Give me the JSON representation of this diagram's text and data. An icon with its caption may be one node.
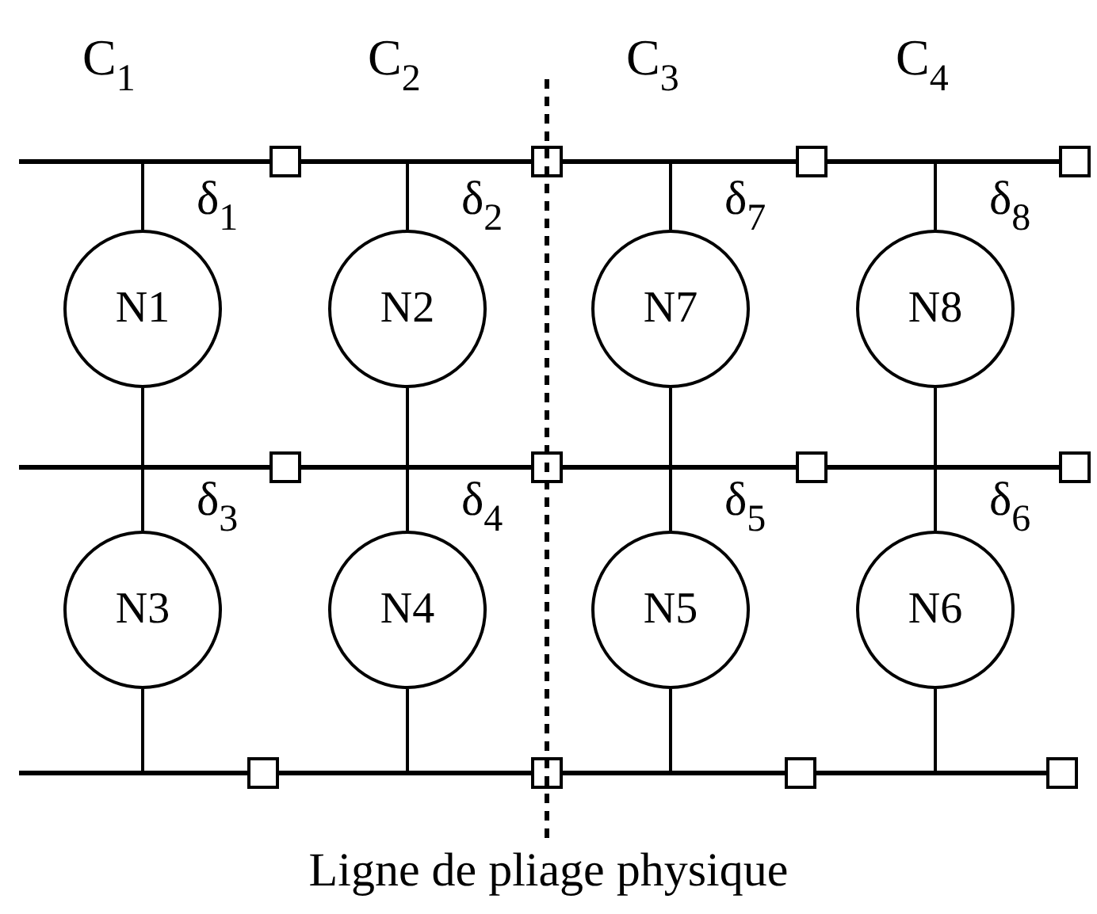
{
  "diagram": {
    "caption": "Ligne de pliage physique",
    "nodes": [
      {
        "text": [],
        "shape": "bar"
      },
      {
        "text": [],
        "shape": "box"
      },
      {
        "text": [],
        "shape": "box"
      },
      {
        "text": [],
        "shape": "box"
      },
      {
        "text": [],
        "shape": "box"
      },
      {
        "text": [
          "N1"
        ],
        "beside": [
          "δ$_{1}$"
        ]
      },
      {
        "text": [
          "N2"
        ],
        "beside": [
          "δ$_{2}$"
        ]
      },
      {
        "text": [
          "N7"
        ],
        "beside": [
          "δ$_{7}$"
        ]
      },
      {
        "text": [
          "N8"
        ],
        "beside": [
          "δ$_{8}$"
        ]
      },
      {
        "text": [],
        "shape": "bar"
      },
      {
        "text": [],
        "shape": "box"
      },
      {
        "text": [],
        "shape": "box"
      },
      {
        "text": [],
        "shape": "box"
      },
      {
        "text": [],
        "shape": "box"
      },
      {
        "text": [
          "N3"
        ],
        "beside": [
          "δ$_{3}$"
        ]
      },
      {
        "text": [
          "N4"
        ],
        "beside": [
          "δ$_{4}$"
        ]
      },
      {
        "text": [
          "N5"
        ],
        "beside": [
          "δ$_{5}$"
        ]
      },
      {
        "text": [
          "N6"
        ],
        "beside": [
          "δ$_{6}$"
        ]
      },
      {
        "text": [],
        "shape": "bar"
      },
      {
        "text": [],
        "shape": "box"
      },
      {
        "text": [],
        "shape": "box"
      },
      {
        "text": [],
        "shape": "box"
      },
      {
        "text": [],
        "shape": "box"
      }
    ],
    "edges": [
      {
        "from": 5,
        "to": 0,
        "arrow": "none"
      },
      {
        "from": 5,
        "to": 9,
        "arrow": "none"
      },
      {
        "from": 6,
        "to": 0,
        "arrow": "none"
      },
      {
        "from": 6,
        "to": 9,
        "arrow": "none"
      },
      {
        "from": 7,
        "to": 0,
        "arrow": "none"
      },
      {
        "from": 7,
        "to": 9,
        "arrow": "none"
      },
      {
        "from": 8,
        "to": 0,
        "arrow": "none"
      },
      {
        "from": 8,
        "to": 9,
        "arrow": "none"
      },
      {
        "from": 14,
        "to": 9,
        "arrow": "none"
      },
      {
        "from": 14,
        "to": 18,
        "arrow": "none"
      },
      {
        "from": 15,
        "to": 9,
        "arrow": "none"
      },
      {
        "from": 15,
        "to": 18,
        "arrow": "none"
      },
      {
        "from": 16,
        "to": 9,
        "arrow": "none"
      },
      {
        "from": 16,
        "to": 18,
        "arrow": "none"
      },
      {
        "from": 17,
        "to": 9,
        "arrow": "none"
      },
      {
        "from": 17,
        "to": 18,
        "arrow": "none"
      }
    ],
    "labels": [
      "C$_{1}$",
      "C$_{2}$",
      "C$_{3}$",
      "C$_{4}$"
    ]
  }
}
